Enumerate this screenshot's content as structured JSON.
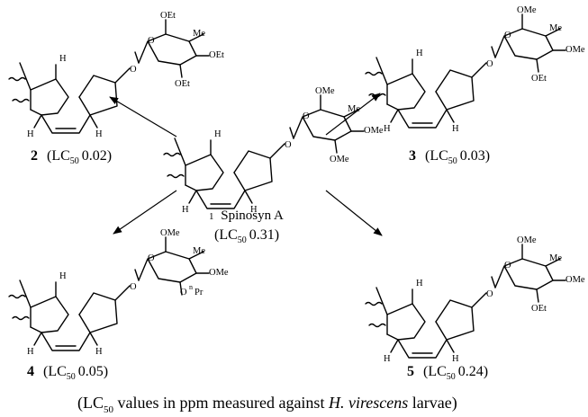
{
  "compounds": [
    {
      "id": "c1",
      "number": "1",
      "name": "Spinosyn A",
      "lc50_prefix": "(LC",
      "lc50_sub": "50",
      "lc50_value": "0.31)",
      "substituents": [
        "OMe",
        "Me",
        "OMe",
        "OMe"
      ]
    },
    {
      "id": "c2",
      "number": "2",
      "lc50_prefix": "(LC",
      "lc50_sub": "50",
      "lc50_value": "0.02)",
      "substituents": [
        "OEt",
        "Me",
        "OEt",
        "OEt"
      ]
    },
    {
      "id": "c3",
      "number": "3",
      "lc50_prefix": "(LC",
      "lc50_sub": "50",
      "lc50_value": "0.03)",
      "substituents": [
        "OMe",
        "Me",
        "OMe",
        "OEt"
      ]
    },
    {
      "id": "c4",
      "number": "4",
      "lc50_prefix": "(LC",
      "lc50_sub": "50",
      "lc50_value": "0.05)",
      "substituents": [
        "OMe",
        "Me",
        "OMe",
        "Pr"
      ]
    },
    {
      "id": "c5",
      "number": "5",
      "lc50_prefix": "(LC",
      "lc50_sub": "50",
      "lc50_value": "0.24)",
      "substituents": [
        "OMe",
        "Me",
        "OMe",
        "OEt"
      ]
    }
  ],
  "atom_labels": {
    "ring_o": "O",
    "linker_o": "O",
    "h": "H",
    "n_prefix": "n"
  },
  "footnote": {
    "prefix": "(LC",
    "sub": "50",
    "middle": " values in ppm measured against ",
    "species": "H. virescens",
    "suffix": " larvae)"
  }
}
